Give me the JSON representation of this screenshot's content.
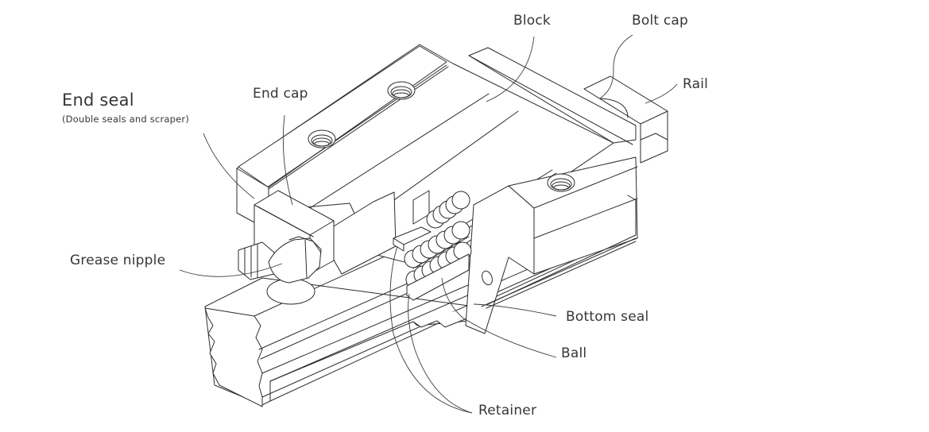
{
  "diagram": {
    "subject": "Linear guide block and rail, cutaway view",
    "labels": {
      "end_seal": "End seal",
      "end_seal_note": "(Double seals and scraper)",
      "end_cap": "End cap",
      "block": "Block",
      "bolt_cap": "Bolt cap",
      "rail": "Rail",
      "grease_nipple": "Grease nipple",
      "bottom_seal": "Bottom seal",
      "ball": "Ball",
      "retainer": "Retainer"
    },
    "colors": {
      "line": "#2b2b2b",
      "text": "#3a3535",
      "background": "#ffffff"
    }
  }
}
